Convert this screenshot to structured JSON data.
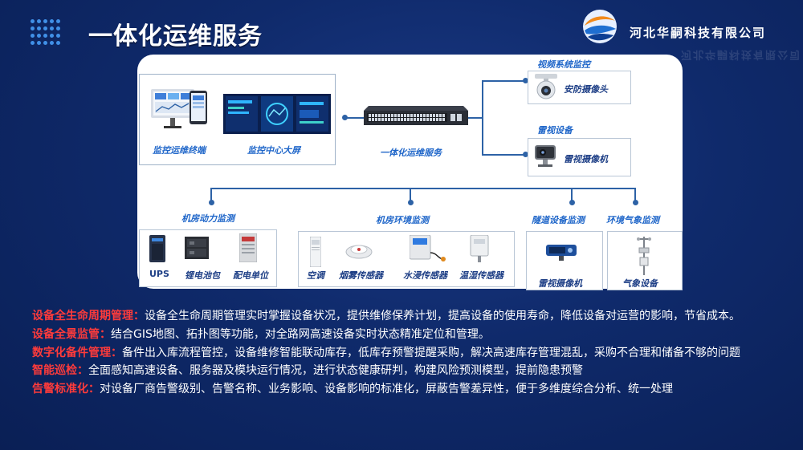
{
  "header": {
    "title": "一体化运维服务",
    "company": "河北华嗣科技有限公司"
  },
  "diagram": {
    "terminal_label": "监控运维终端",
    "bigscreen_label": "监控中心大屏",
    "switch_label": "一体化运维服务",
    "video_group": "视频系统监控",
    "security_camera": "安防摄像头",
    "radar_group": "雷视设备",
    "radar_camera": "雷视摄像机",
    "power_group": "机房动力监测",
    "ups": "UPS",
    "battery": "锂电池包",
    "pdu": "配电单位",
    "env_group": "机房环境监测",
    "ac": "空调",
    "smoke": "烟雾传感器",
    "water": "水浸传感器",
    "temp": "温湿传感器",
    "tunnel_group": "隧道设备监测",
    "tunnel_camera": "雷视摄像机",
    "weather_group": "环境气象监测",
    "weather_device": "气象设备"
  },
  "bullets": [
    {
      "key": "设备全生命周期管理：",
      "text": "设备全生命周期管理实时掌握设备状况，提供维修保养计划，提高设备的使用寿命，降低设备对运营的影响，节省成本。"
    },
    {
      "key": "设备全景监管：",
      "text": "结合GIS地图、拓扑图等功能，对全路网高速设备实时状态精准定位和管理。"
    },
    {
      "key": "数字化备件管理：",
      "text": "备件出入库流程管控，设备维修智能联动库存，低库存预警提醒采购，解决高速库存管理混乱，采购不合理和储备不够的问题"
    },
    {
      "key": "智能巡检：",
      "text": "全面感知高速设备、服务器及模块运行情况，进行状态健康研判，构建风险预测模型，提前隐患预警"
    },
    {
      "key": "告警标准化：",
      "text": "对设备厂商告警级别、告警名称、业务影响、设备影响的标准化，屏蔽告警差异性，便于多维度综合分析、统一处理"
    }
  ]
}
